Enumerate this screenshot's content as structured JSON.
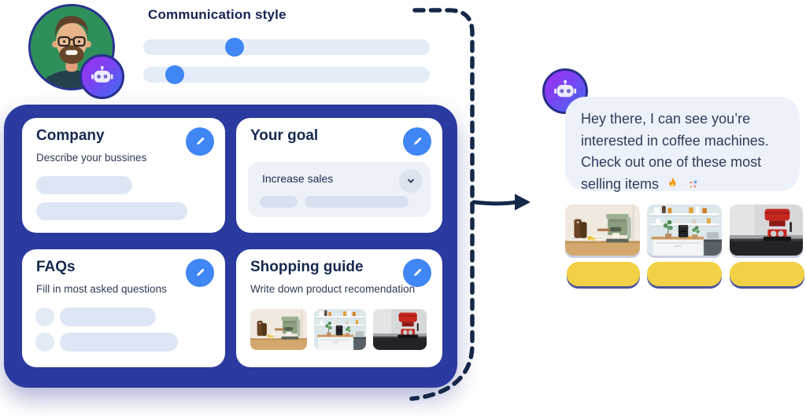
{
  "communication": {
    "title": "Communication style",
    "sliders": [
      {
        "name": "communication-slider-1",
        "value_pct": 32
      },
      {
        "name": "communication-slider-2",
        "value_pct": 11
      }
    ]
  },
  "builder": {
    "cards": {
      "company": {
        "title": "Company",
        "subtitle": "Describe your bussines"
      },
      "goal": {
        "title": "Your goal",
        "selected_option": "Increase sales"
      },
      "faqs": {
        "title": "FAQs",
        "subtitle": "Fill in most asked questions"
      },
      "shopping": {
        "title": "Shopping guide",
        "subtitle": "Write down product recomendation"
      }
    }
  },
  "chat": {
    "message": "Hey there, I can see you’re interested in coffee machines. Check out one of these most selling items 🔥 🚀",
    "message_text": "Hey there, I can see you’re interested in coffee machines. Check out one of these most selling items",
    "emojis": [
      "🔥",
      "🚀"
    ],
    "products": [
      {
        "image": "green-espresso-machine-photo"
      },
      {
        "image": "black-capsule-coffee-machine-photo"
      },
      {
        "image": "red-espresso-machine-photo"
      }
    ]
  },
  "icons": {
    "edit": "pencil-icon",
    "dropdown": "chevron-down-icon",
    "bot": "robot-icon",
    "user": "user-avatar-photo"
  },
  "colors": {
    "panel_blue": "#2b3a9e",
    "accent_blue": "#4086f4",
    "navy_text": "#152a54",
    "bubble_bg": "#edf1f9",
    "button_yellow": "#f2d147",
    "bot_gradient_start": "#a02ff2",
    "bot_gradient_end": "#3f6ef2",
    "arrow_navy": "#142848",
    "slider_track": "#e4ecf8"
  }
}
